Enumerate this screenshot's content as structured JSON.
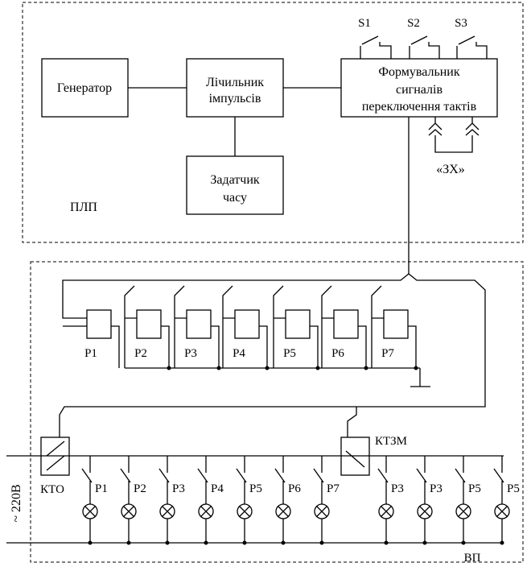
{
  "plp": {
    "label": "ПЛП",
    "generator": "Генератор",
    "counter": [
      "Лічильник",
      "імпульсів"
    ],
    "timer": [
      "Задатчик",
      "часу"
    ],
    "former": [
      "Формувальник",
      "сигналів",
      "переключення тактів"
    ],
    "switches": [
      "S1",
      "S2",
      "S3"
    ],
    "zx": "«ЗХ»"
  },
  "relays": [
    "P1",
    "P2",
    "P3",
    "P4",
    "P5",
    "P6",
    "P7"
  ],
  "vp": {
    "label": "ВП",
    "kto": "КТО",
    "ktzm": "КТЗМ",
    "supply": "~ 220В",
    "lamp_contacts": [
      "P1",
      "P2",
      "P3",
      "P4",
      "P5",
      "P6",
      "P7",
      "P3",
      "P3",
      "P5",
      "P5"
    ]
  }
}
